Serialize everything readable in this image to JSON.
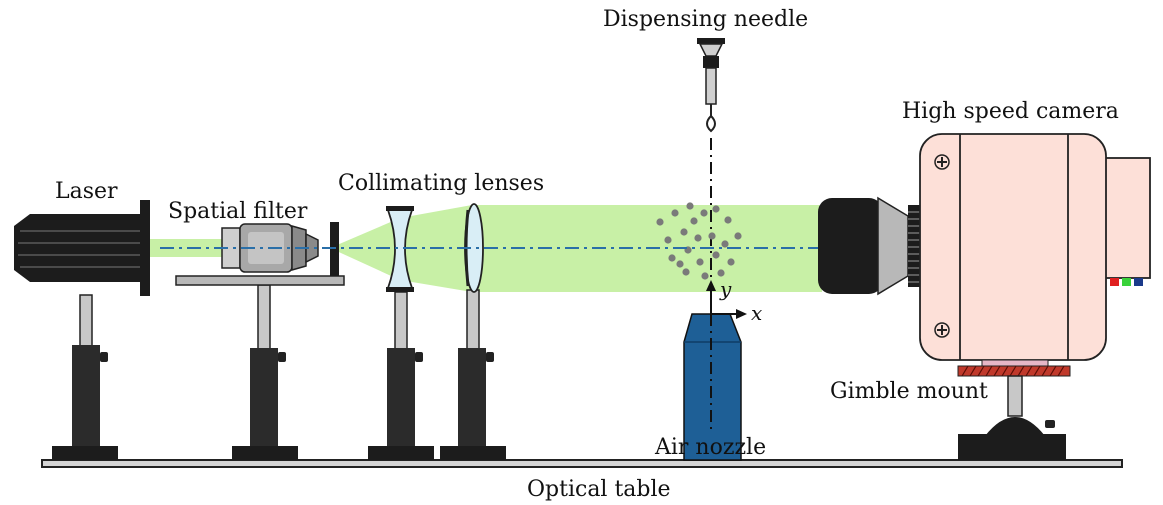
{
  "labels": {
    "laser": "Laser",
    "spatial_filter": "Spatial filter",
    "collimating_lenses": "Collimating lenses",
    "dispensing_needle": "Dispensing needle",
    "high_speed_camera": "High speed camera",
    "gimble_mount": "Gimble mount",
    "air_nozzle": "Air nozzle",
    "optical_table": "Optical table",
    "axis_x": "x",
    "axis_y": "y"
  },
  "colors": {
    "beam": "#c8f0a6",
    "camera_body": "#fde0d8",
    "nozzle": "#1e5f96",
    "mount": "#222222",
    "lens": "#d9eef6",
    "optical_axis": "#2a6fa8",
    "droplet": "#7a7a7a",
    "camera_led_red": "#e02020",
    "camera_led_green": "#39d23a",
    "camera_led_blue": "#1a3a8a"
  },
  "icons": {
    "laser": "laser-icon",
    "spatial_filter": "objective-icon",
    "lens": "lens-icon",
    "camera": "camera-icon",
    "nozzle": "nozzle-icon",
    "needle": "needle-icon"
  }
}
